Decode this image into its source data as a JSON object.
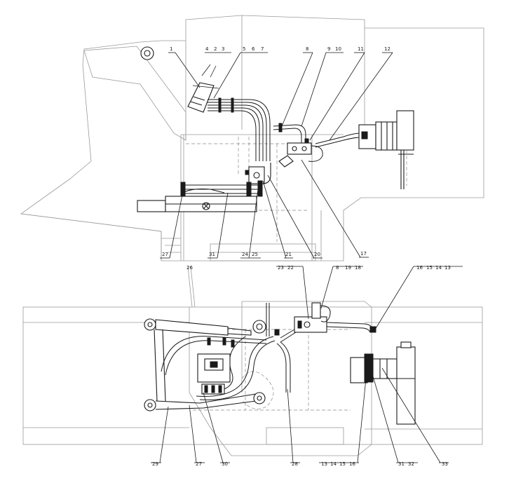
{
  "top_labels": {
    "l1": "1",
    "l4": "4",
    "l2": "2",
    "l3": "3",
    "l5": "5",
    "l6": "6",
    "l7": "7",
    "l8": "8",
    "l9": "9",
    "l10": "10",
    "l11": "11",
    "l12": "12",
    "l27": "27",
    "l31": "31",
    "l24": "24",
    "l25": "25",
    "l21": "21",
    "l20": "20",
    "l17": "17"
  },
  "bottom_labels": {
    "l26": "26",
    "l23": "23",
    "l22": "22",
    "l8": "8",
    "l19": "19",
    "l18": "18",
    "l16": "16",
    "l15": "15",
    "l14": "14",
    "l13": "13",
    "l29": "29",
    "l27": "27",
    "l30": "30",
    "l28": "28",
    "l13b": "13",
    "l14b": "14",
    "l15b": "15",
    "l16b": "16",
    "l31": "31",
    "l32": "32",
    "l33": "33"
  }
}
